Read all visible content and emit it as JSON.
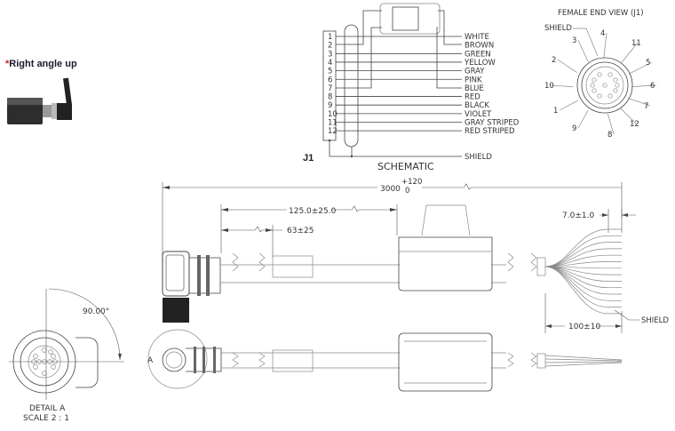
{
  "product_photo": {
    "asterisk": "*",
    "label": "Right angle up"
  },
  "schematic": {
    "title": "SCHEMATIC",
    "connector_label": "J1",
    "pins": [
      "1",
      "2",
      "3",
      "4",
      "5",
      "6",
      "7",
      "8",
      "9",
      "10",
      "11",
      "12"
    ],
    "wires": [
      "WHITE",
      "BROWN",
      "GREEN",
      "YELLOW",
      "GRAY",
      "PINK",
      "BLUE",
      "RED",
      "BLACK",
      "VIOLET",
      "GRAY STRIPED",
      "RED STRIPED"
    ],
    "shield_label": "SHIELD"
  },
  "end_view": {
    "title": "FEMALE END VIEW (J1)",
    "shield_label": "SHIELD",
    "pin_labels": [
      "1",
      "2",
      "3",
      "4",
      "5",
      "6",
      "7",
      "8",
      "9",
      "10",
      "11",
      "12"
    ]
  },
  "dimensions": {
    "overall_length": "3000",
    "overall_tol_plus": "+120",
    "overall_tol_minus": "0",
    "overmold_distance": "125.0±25.0",
    "sleeve_distance": "63±25",
    "strip_length": "7.0±1.0",
    "breakout_length": "100±10",
    "breakout_shield_label": "SHIELD",
    "angle": "90.00°",
    "detail_marker": "A"
  },
  "detail": {
    "title": "DETAIL A",
    "scale": "SCALE 2 : 1"
  }
}
